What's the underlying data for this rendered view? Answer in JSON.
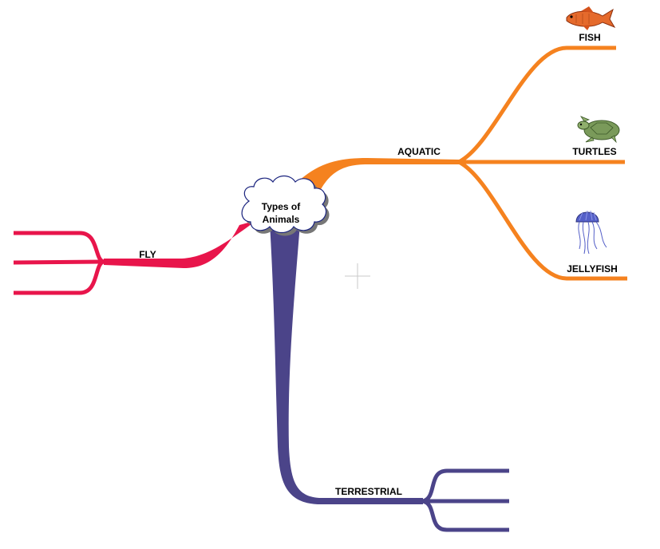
{
  "mind_map": {
    "center": {
      "line1": "Types of",
      "line2": "Animals"
    },
    "branches": {
      "aquatic": {
        "label": "AQUATIC",
        "color": "#f5821f",
        "children": [
          {
            "label": "FISH",
            "icon": "fish-icon"
          },
          {
            "label": "TURTLES",
            "icon": "turtle-icon"
          },
          {
            "label": "JELLYFISH",
            "icon": "jellyfish-icon"
          }
        ]
      },
      "fly": {
        "label": "FLY",
        "color": "#e8154b"
      },
      "terrestrial": {
        "label": "TERRESTRIAL",
        "color": "#4b4489"
      }
    }
  }
}
